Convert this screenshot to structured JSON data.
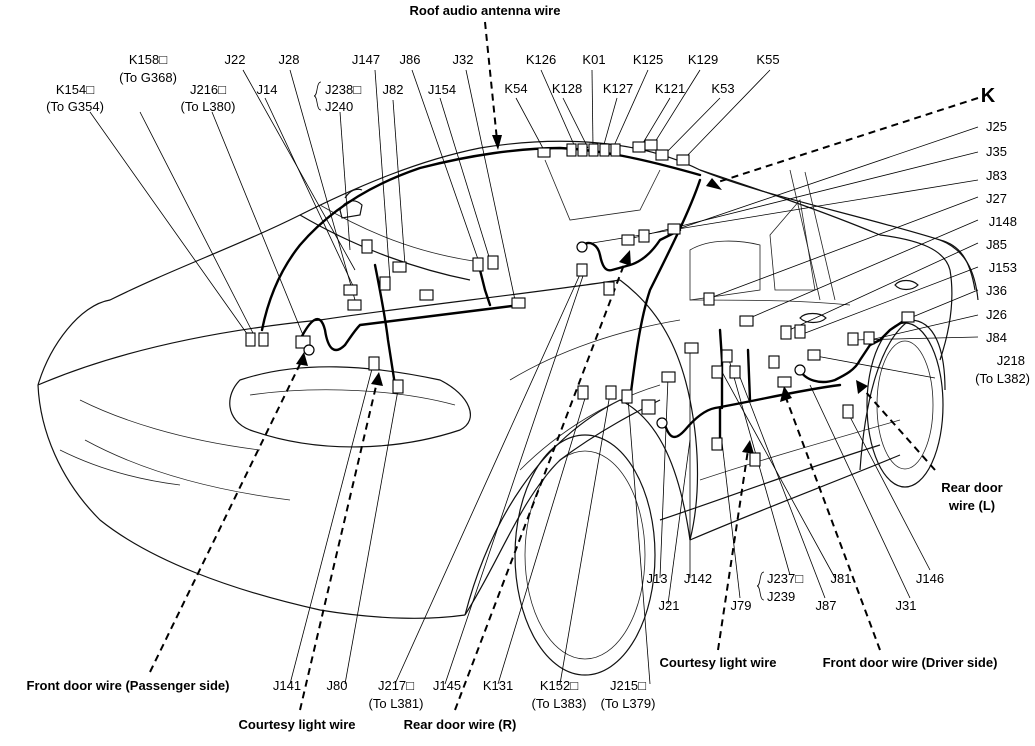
{
  "labels": {
    "roof_audio_antenna_wire": "Roof audio antenna wire",
    "k_section": "K",
    "K158": "K158□",
    "K158_sub": "(To G368)",
    "K154": "K154□",
    "K154_sub": "(To G354)",
    "J216": "J216□",
    "J216_sub": "(To L380)",
    "J22": "J22",
    "J28": "J28",
    "J14": "J14",
    "J147": "J147",
    "J238": "J238□",
    "J240": "J240",
    "J86": "J86",
    "J82": "J82",
    "J32": "J32",
    "J154": "J154",
    "K126": "K126",
    "K01": "K01",
    "K125": "K125",
    "K129": "K129",
    "K55": "K55",
    "K54": "K54",
    "K128": "K128",
    "K127": "K127",
    "K121": "K121",
    "K53": "K53",
    "J25": "J25",
    "J35": "J35",
    "J83": "J83",
    "J27": "J27",
    "J148": "J148",
    "J85": "J85",
    "J153": "J153",
    "J36": "J36",
    "J26": "J26",
    "J84": "J84",
    "J218": "J218",
    "J218_sub": "(To L382)",
    "rear_door_wire_l_1": "Rear door",
    "rear_door_wire_l_2": "wire (L)",
    "J146": "J146",
    "J31": "J31",
    "J87": "J87",
    "J81": "J81",
    "J237": "J237□",
    "J239": "J239",
    "J79": "J79",
    "J142": "J142",
    "J13": "J13",
    "J21": "J21",
    "courtesy_light_wire_right": "Courtesy light wire",
    "front_door_wire_driver": "Front door wire (Driver side)",
    "front_door_wire_passenger": "Front door wire (Passenger side)",
    "J141": "J141",
    "J80": "J80",
    "J217": "J217□",
    "J217_sub": "(To L381)",
    "J145": "J145",
    "K131": "K131",
    "K152": "K152□",
    "K152_sub": "(To L383)",
    "J215": "J215□",
    "J215_sub": "(To L379)",
    "courtesy_light_wire_left": "Courtesy light wire",
    "rear_door_wire_r": "Rear door wire (R)"
  }
}
